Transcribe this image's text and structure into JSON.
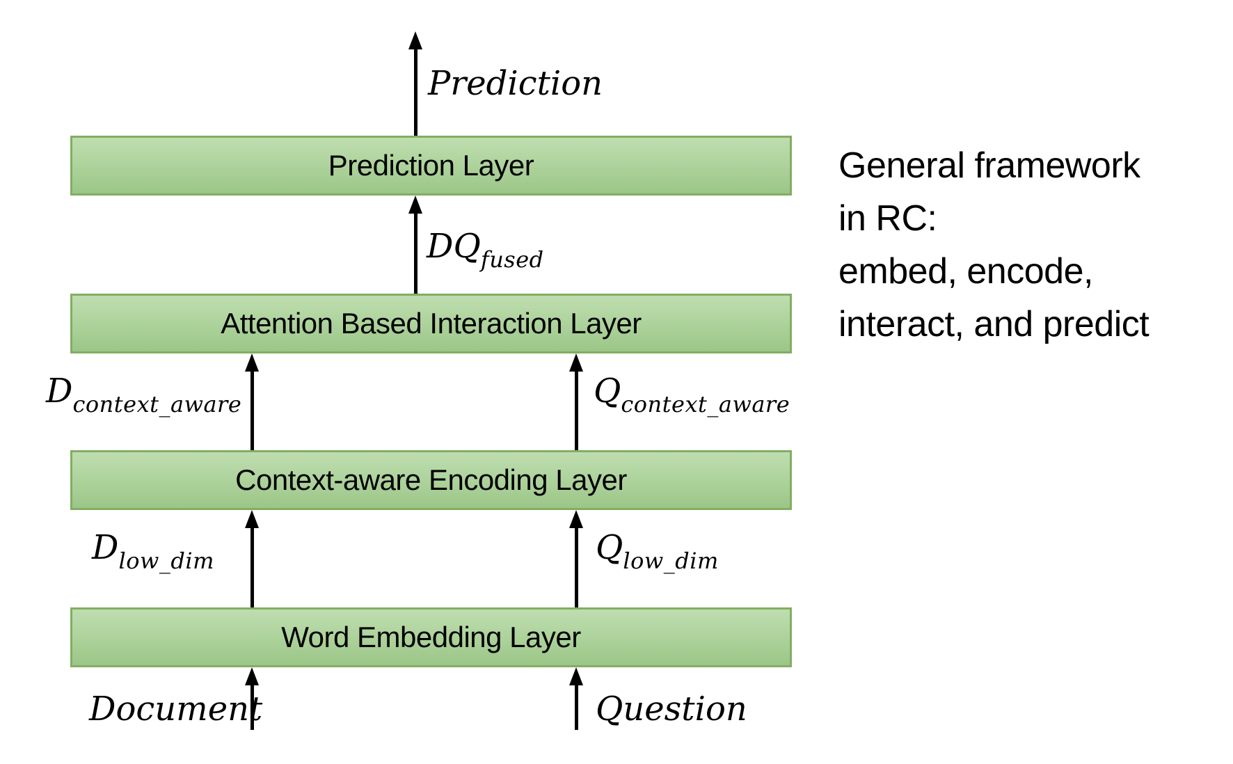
{
  "note": {
    "line1": "General framework",
    "line2": "in RC:",
    "line3": "embed, encode,",
    "line4": "interact, and predict"
  },
  "layers": [
    {
      "label": "Prediction Layer"
    },
    {
      "label": "Attention Based Interaction Layer"
    },
    {
      "label": "Context-aware Encoding Layer"
    },
    {
      "label": "Word Embedding Layer"
    }
  ],
  "flow_labels": {
    "prediction": "Prediction",
    "dq_fused": {
      "base": "DQ",
      "sub": "fused"
    },
    "d_context_aware": {
      "base": "D",
      "sub": "context_aware"
    },
    "q_context_aware": {
      "base": "Q",
      "sub": "context_aware"
    },
    "d_low_dim": {
      "base": "D",
      "sub": "low_dim"
    },
    "q_low_dim": {
      "base": "Q",
      "sub": "low_dim"
    },
    "document": "Document",
    "question": "Question"
  },
  "colors": {
    "box_fill_top": "#bfddb0",
    "box_fill_bottom": "#9cc688",
    "box_border": "#83ad62",
    "arrow": "#000000",
    "text": "#000000"
  }
}
